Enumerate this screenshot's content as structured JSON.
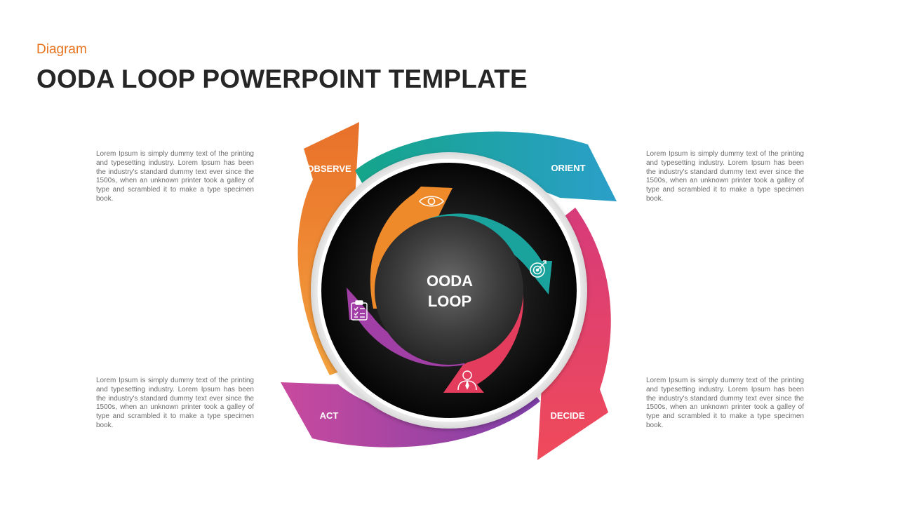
{
  "header": {
    "eyebrow": "Diagram",
    "title": "OODA LOOP POWERPOINT TEMPLATE"
  },
  "center": {
    "line1": "OODA",
    "line2": "LOOP"
  },
  "stages": [
    {
      "label": "OBSERVE",
      "color": "#ee8a2a",
      "icon": "eye-icon"
    },
    {
      "label": "ORIENT",
      "color": "#1aa39c",
      "icon": "target-icon"
    },
    {
      "label": "DECIDE",
      "color": "#e43c5c",
      "icon": "businessman-icon"
    },
    {
      "label": "ACT",
      "color": "#a23fa6",
      "icon": "checklist-icon"
    }
  ],
  "descriptions": {
    "top_left": "Lorem Ipsum is simply dummy text of the printing and typesetting industry. Lorem Ipsum has been the industry's standard dummy text ever since the 1500s, when an unknown printer took a galley of type and scrambled it to make a type specimen book.",
    "top_right": "Lorem Ipsum is simply dummy text of the printing and typesetting industry. Lorem Ipsum has been the industry's standard dummy text ever since the 1500s, when an unknown printer took a galley of type and scrambled it to make a type specimen book.",
    "bottom_left": "Lorem Ipsum is simply dummy text of the printing and typesetting industry. Lorem Ipsum has been the industry's standard dummy text ever since the 1500s, when an unknown printer took a galley of type and scrambled it to make a type specimen book.",
    "bottom_right": "Lorem Ipsum is simply dummy text of the printing and typesetting industry. Lorem Ipsum has been the industry's standard dummy text ever since the 1500s, when an unknown printer took a galley of type and scrambled it to make a type specimen book."
  }
}
